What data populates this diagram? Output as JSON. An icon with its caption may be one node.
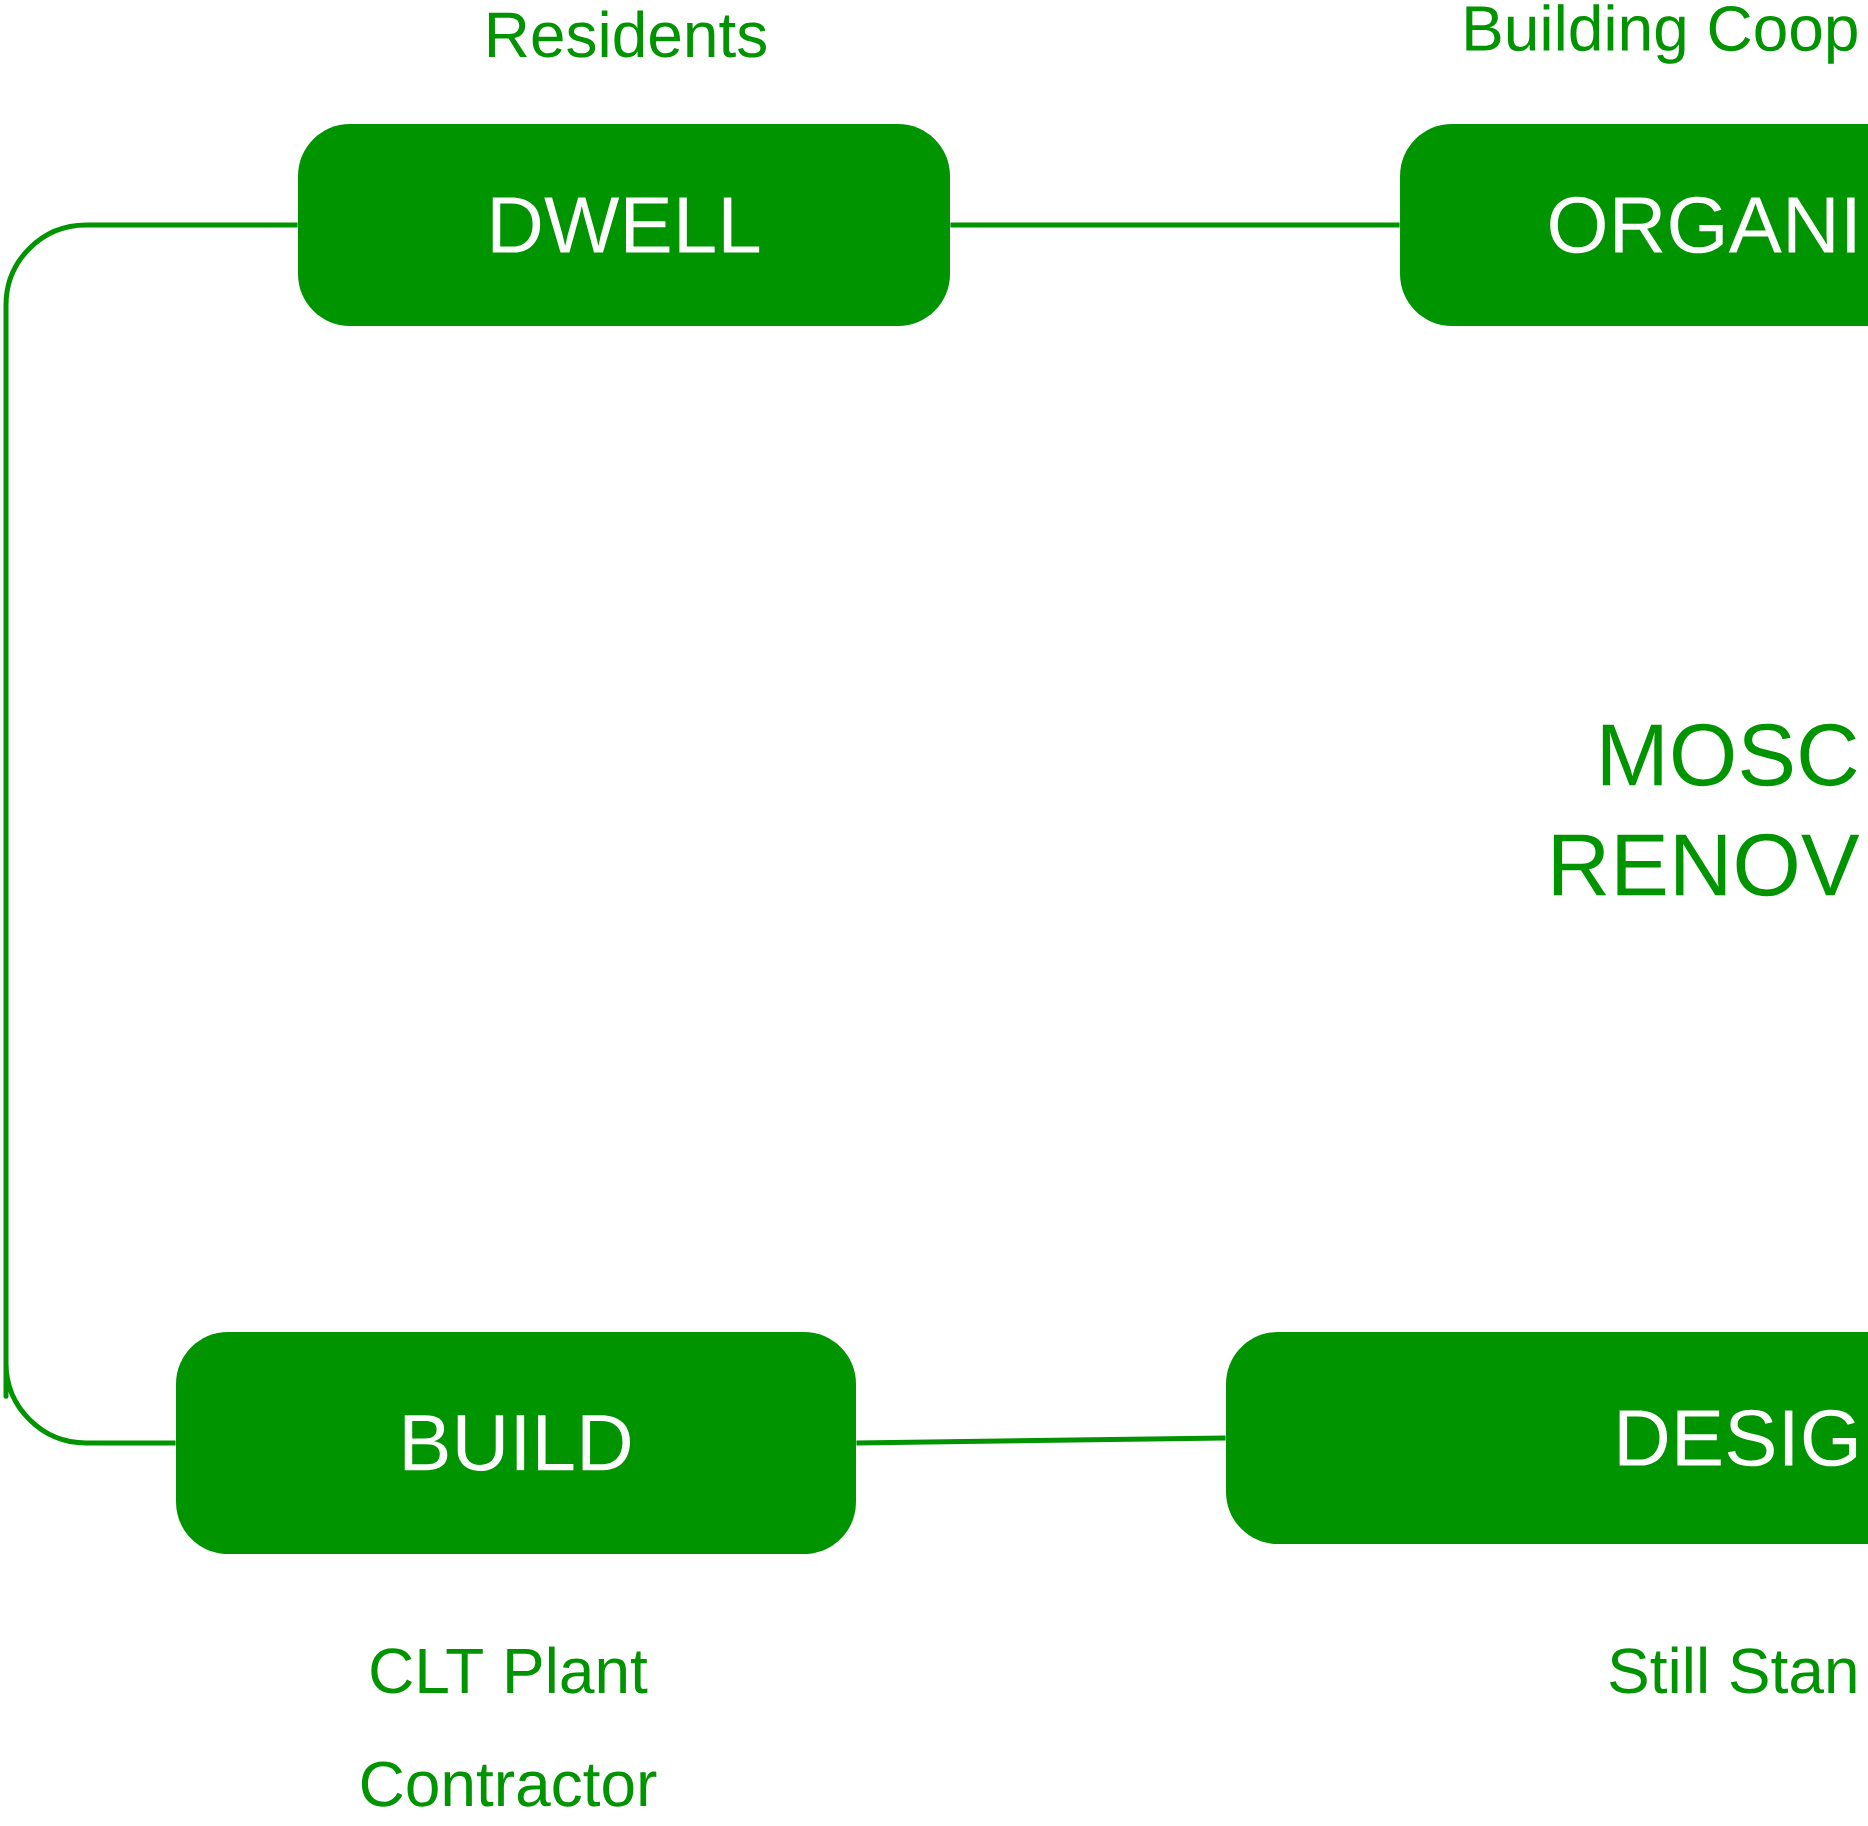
{
  "diagram": {
    "nodes": [
      {
        "text": [
          "DWELL"
        ],
        "beside": [
          "Residents"
        ]
      },
      {
        "text": [
          "ORGANI"
        ],
        "beside": [
          "Building Coop"
        ]
      },
      {
        "text": [
          "DESIG"
        ],
        "beside": [
          "Still Stan"
        ]
      },
      {
        "text": [
          "BUILD"
        ],
        "beside": [
          "CLT Plant",
          "Contractor"
        ]
      }
    ],
    "edges": [
      {
        "from": 0,
        "to": 1,
        "arrow": "none"
      },
      {
        "from": 0,
        "to": 3,
        "arrow": "none"
      },
      {
        "from": 3,
        "to": 2,
        "arrow": "none"
      }
    ],
    "labels": [
      "MOSC RENOV"
    ]
  }
}
